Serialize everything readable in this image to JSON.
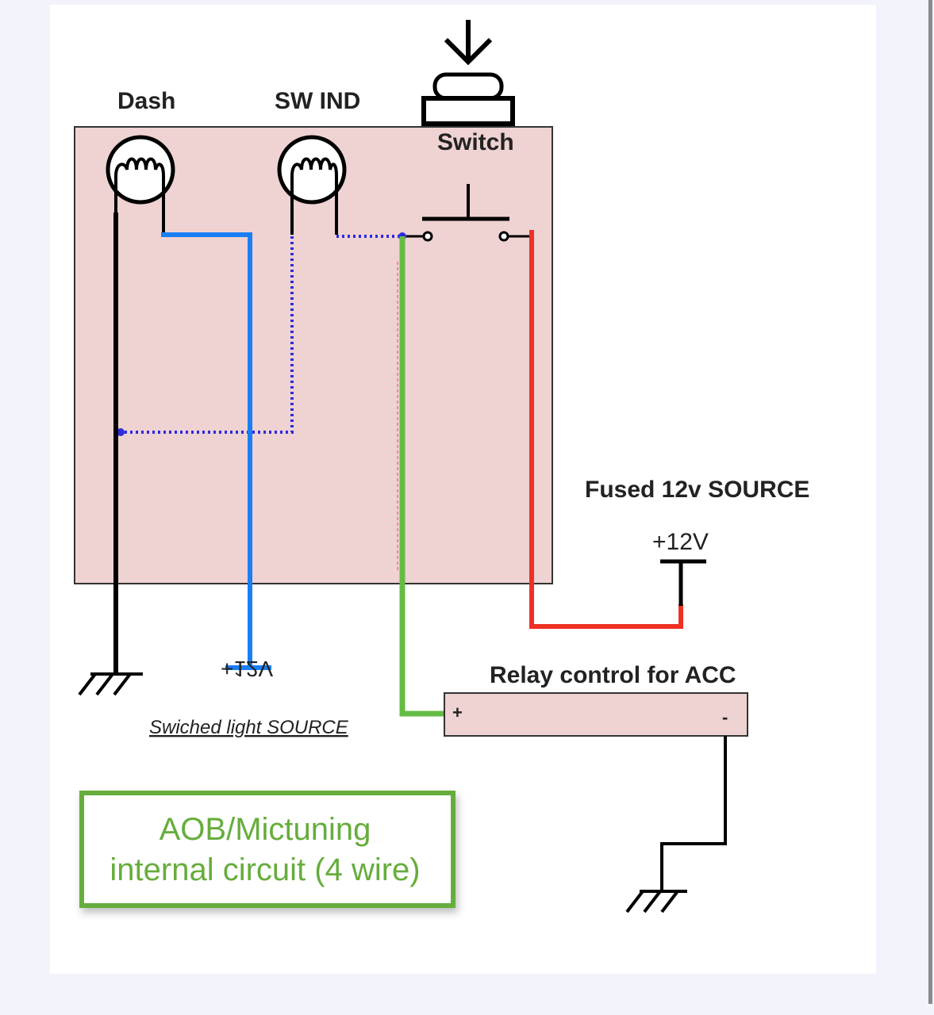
{
  "labels": {
    "dash": "Dash",
    "sw_ind": "SW IND",
    "switch": "Switch",
    "fused_source": "Fused 12v  SOURCE",
    "plus_12v": "+12V",
    "plus_12v_mirrored": "+12V",
    "switched_light_source": "Swiched light SOURCE",
    "relay_title": "Relay control for ACC",
    "relay_plus": "+",
    "relay_minus": "-"
  },
  "legend_box": {
    "line1": "AOB/Mictuning",
    "line2": "internal circuit (4 wire)"
  },
  "colors": {
    "panel_fill": "#efd2d2",
    "relay_fill": "#efd2d2",
    "wire_ground": "#000000",
    "wire_blue": "#1a7ef5",
    "wire_dotted": "#2c2ce0",
    "wire_green": "#66bb44",
    "wire_red": "#ee3124",
    "legend_green": "#66ad3c",
    "text": "#222222"
  }
}
